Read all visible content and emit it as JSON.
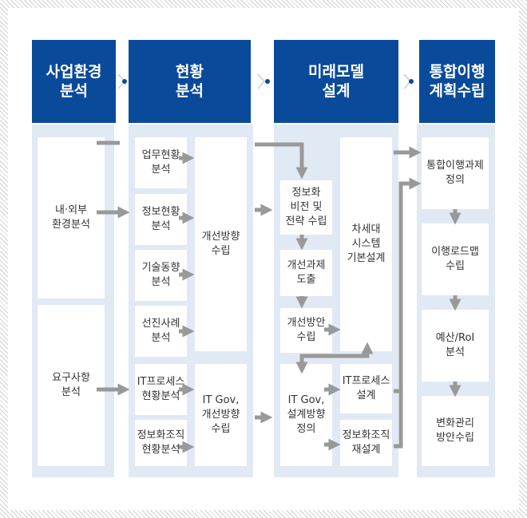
{
  "headers": {
    "business_env": "사업환경\n분석",
    "current_state": "현황\n분석",
    "future_model": "미래모델\n설계",
    "transition_plan": "통합이행\n계획수립"
  },
  "col1": {
    "internal_external": "내·외부\n환경분석",
    "requirements": "요구사항\n분석"
  },
  "col2": {
    "business_status": "업무현황\n분석",
    "info_status": "정보현황\n분석",
    "tech_trend": "기술동향\n분석",
    "best_practice": "선진사례\n분석",
    "it_process_status": "IT프로세스\n현황분석",
    "info_org_status": "정보화조직\n현황분석",
    "improvement_direction": "개선방향\n수립",
    "it_gov_direction": "IT Gov,\n개선방향\n수립"
  },
  "col3": {
    "vision_strategy": "정보화\n비전 및\n전략 수립",
    "improvement_tasks": "개선과제\n도출",
    "improvement_plan": "개선방안\n수립",
    "next_gen_system": "차세대\n시스템\n기본설계",
    "it_gov_design": "IT Gov,\n설계방향\n정의",
    "it_process_design": "IT프로세스\n설계",
    "info_org_redesign": "정보화조직\n재설계"
  },
  "col4": {
    "task_definition": "통합이행과제\n정의",
    "roadmap": "이행로드맵\n수립",
    "budget_roi": "예산/RoI\n분석",
    "change_mgmt": "변화관리\n방안수립"
  },
  "colors": {
    "header": "#0a4a9a",
    "column_bg": "#e1e9f4",
    "arrow": "#999999"
  }
}
